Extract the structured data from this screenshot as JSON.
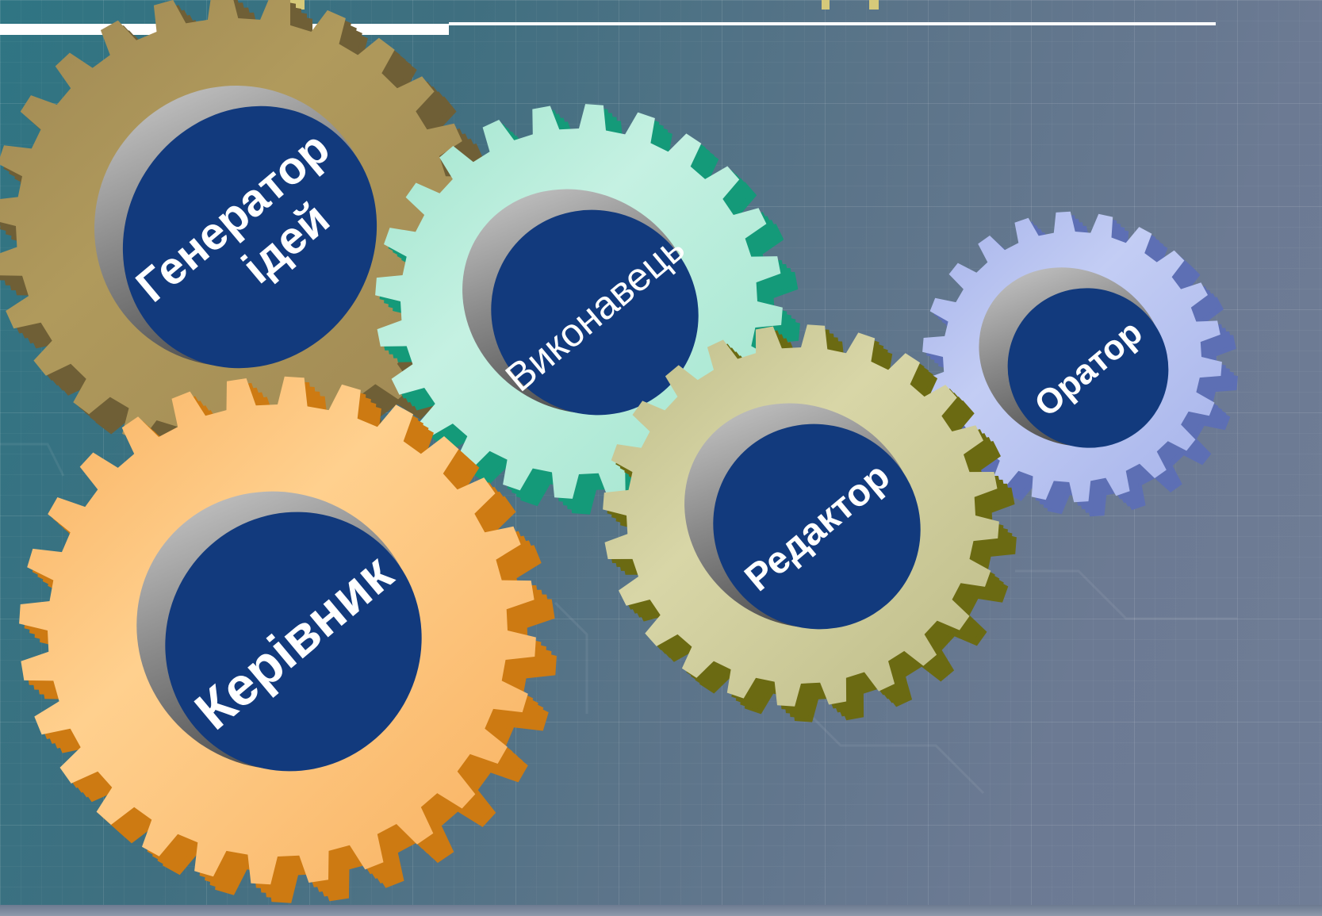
{
  "diagram": {
    "gears": [
      {
        "id": "generator",
        "lines": [
          "Генератор",
          "ідей"
        ],
        "colors": {
          "light": "#b09a5c",
          "mid": "#9e8753",
          "dark": "#6f5f36"
        }
      },
      {
        "id": "executor",
        "lines": [
          "Виконавець"
        ],
        "colors": {
          "light": "#c5f1e2",
          "mid": "#9fe4cd",
          "dark": "#149a79"
        }
      },
      {
        "id": "orator",
        "lines": [
          "Оратор"
        ],
        "colors": {
          "light": "#c3cdf4",
          "mid": "#a5b2ea",
          "dark": "#5d6fb4"
        }
      },
      {
        "id": "leader",
        "lines": [
          "Керівник"
        ],
        "colors": {
          "light": "#ffd08e",
          "mid": "#f8b160",
          "dark": "#cd7a12"
        }
      },
      {
        "id": "editor",
        "lines": [
          "Редактор"
        ],
        "colors": {
          "light": "#d8d6a7",
          "mid": "#bdbb87",
          "dark": "#6b6a12"
        }
      }
    ],
    "hub_color": "#123a7d"
  }
}
